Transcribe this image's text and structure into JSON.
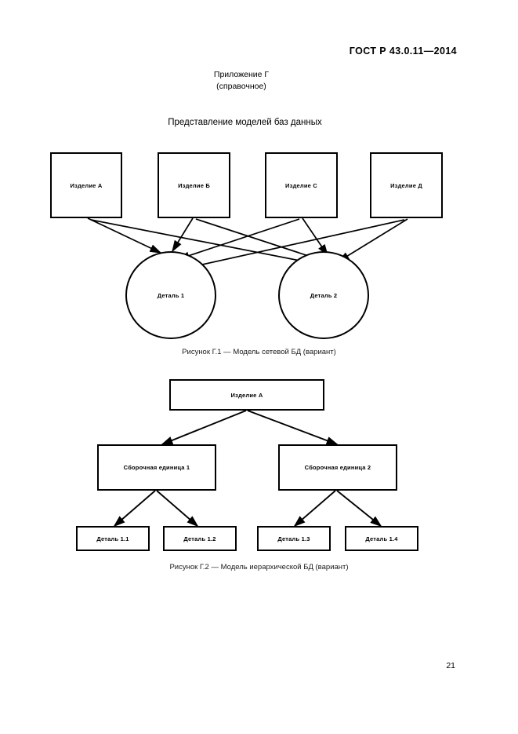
{
  "document": {
    "standard_header": "ГОСТ Р 43.0.11—2014",
    "appendix_label": "Приложение Г",
    "appendix_kind": "(справочное)",
    "section_title": "Представление моделей баз данных",
    "page_number": "21"
  },
  "figure1": {
    "caption": "Рисунок Г.1 — Модель сетевой БД (вариант)",
    "products": [
      {
        "label": "Изделие А"
      },
      {
        "label": "Изделие Б"
      },
      {
        "label": "Изделие С"
      },
      {
        "label": "Изделие Д"
      }
    ],
    "parts": [
      {
        "label": "Деталь 1"
      },
      {
        "label": "Деталь 2"
      }
    ]
  },
  "figure2": {
    "caption": "Рисунок Г.2 — Модель иерархической БД (вариант)",
    "root": {
      "label": "Изделие А"
    },
    "assemblies": [
      {
        "label": "Сборочная единица 1"
      },
      {
        "label": "Сборочная единица 2"
      }
    ],
    "details": [
      {
        "label": "Деталь 1.1"
      },
      {
        "label": "Деталь 1.2"
      },
      {
        "label": "Деталь 1.3"
      },
      {
        "label": "Деталь 1.4"
      }
    ]
  },
  "colors": {
    "ink": "#000000",
    "paper": "#ffffff"
  }
}
